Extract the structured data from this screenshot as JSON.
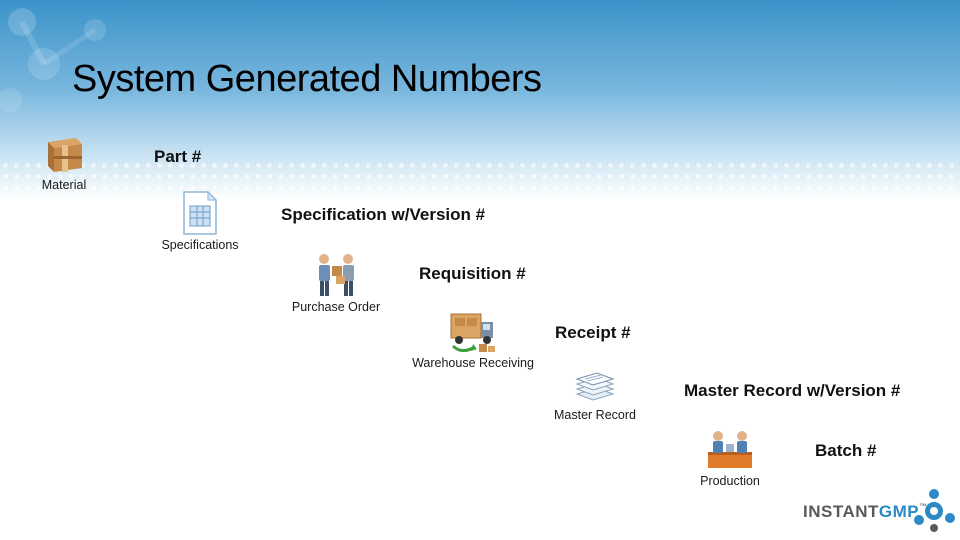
{
  "title": "System Generated Numbers",
  "steps": [
    {
      "caption": "Material",
      "number": "Part #",
      "icon": "material-box-icon"
    },
    {
      "caption": "Specifications",
      "number": "Specification w/Version #",
      "icon": "specifications-document-icon"
    },
    {
      "caption": "Purchase Order",
      "number": "Requisition #",
      "icon": "purchase-order-icon"
    },
    {
      "caption": "Warehouse Receiving",
      "number": "Receipt #",
      "icon": "warehouse-truck-icon"
    },
    {
      "caption": "Master Record",
      "number": "Master Record w/Version #",
      "icon": "master-record-stack-icon"
    },
    {
      "caption": "Production",
      "number": "Batch #",
      "icon": "production-workers-icon"
    }
  ],
  "logo": {
    "part1": "INSTANT",
    "part2": "GMP",
    "tm": "™"
  },
  "colors": {
    "header_top": "#3b93c9",
    "header_fade": "#cfe6f4",
    "brand_blue": "#2b8ac6"
  }
}
